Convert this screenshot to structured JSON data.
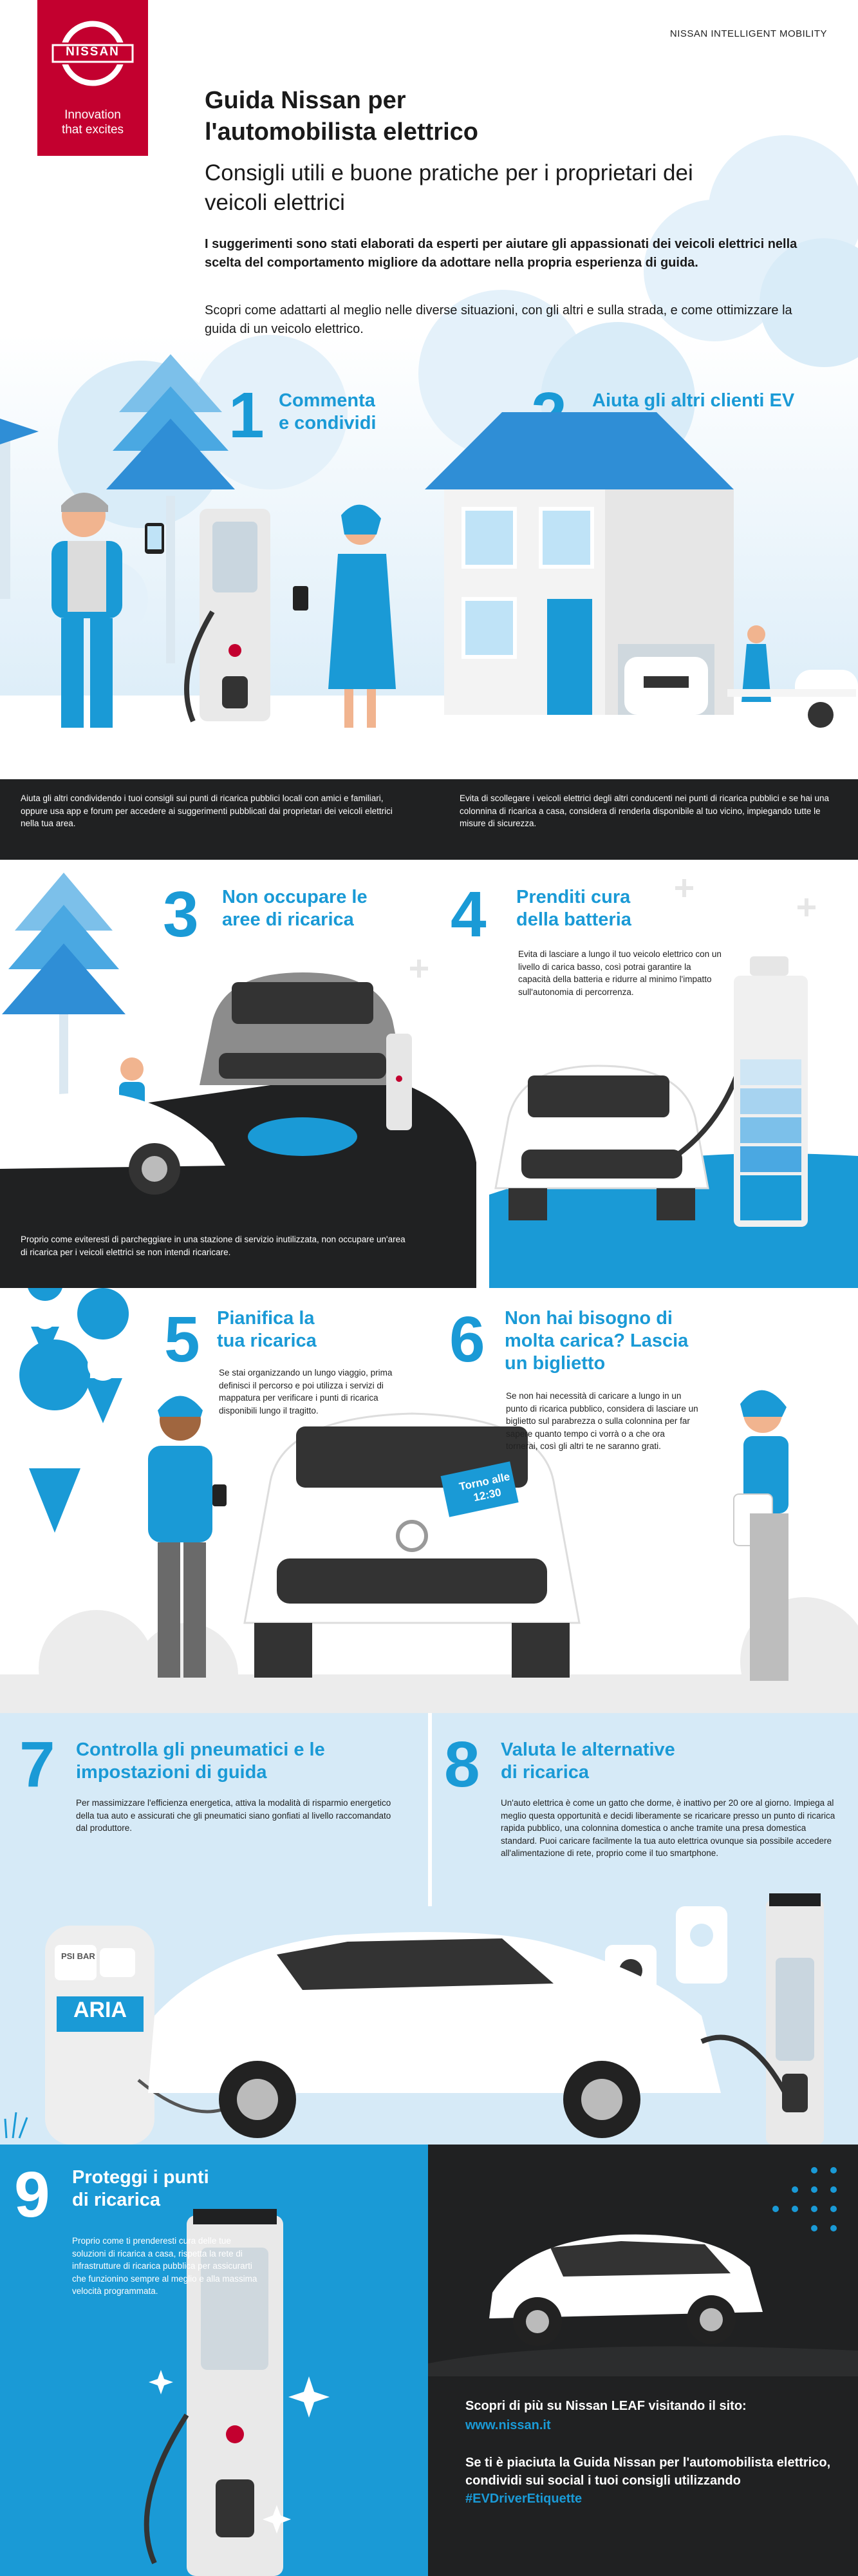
{
  "header": {
    "logo_text": "NISSAN",
    "tagline_line1": "Innovation",
    "tagline_line2": "that excites",
    "brand": "NISSAN INTELLIGENT MOBILITY",
    "title_line1": "Guida Nissan per",
    "title_line2": "l'automobilista elettrico",
    "subtitle": "Consigli utili e buone pratiche per i proprietari dei veicoli elettrici",
    "intro_bold": "I suggerimenti sono stati elaborati da esperti per aiutare gli appassionati dei veicoli elettrici nella scelta del comportamento migliore da adottare nella propria esperienza di guida.",
    "intro": "Scopri come adattarti al meglio nelle diverse situazioni, con gli altri e sulla strada, e come ottimizzare la guida di un veicolo elettrico."
  },
  "sections": {
    "s1": {
      "number": "1",
      "title_line1": "Commenta",
      "title_line2": "e condividi",
      "text": "Aiuta gli altri condividendo i tuoi consigli sui punti di ricarica pubblici locali con amici e familiari, oppure usa app e forum per accedere ai suggerimenti pubblicati dai proprietari dei veicoli elettrici nella tua area."
    },
    "s2": {
      "number": "2",
      "title": "Aiuta gli altri clienti EV",
      "text": "Evita di scollegare i veicoli elettrici degli altri conducenti nei punti di ricarica pubblici e se hai una colonnina di ricarica a casa, considera di renderla disponibile al tuo vicino, impiegando tutte le misure di sicurezza."
    },
    "s3": {
      "number": "3",
      "title_line1": "Non occupare le",
      "title_line2": "aree di ricarica",
      "text": "Proprio come eviteresti di parcheggiare in una stazione di servizio inutilizzata, non occupare un'area di ricarica per i veicoli elettrici se non intendi ricaricare."
    },
    "s4": {
      "number": "4",
      "title_line1": "Prenditi cura",
      "title_line2": "della batteria",
      "text": "Evita di lasciare a lungo il tuo veicolo elettrico con un livello di carica basso, così potrai garantire la capacità della batteria e ridurre al minimo l'impatto sull'autonomia di percorrenza."
    },
    "s5": {
      "number": "5",
      "title_line1": "Pianifica la",
      "title_line2": "tua ricarica",
      "text": "Se stai organizzando un lungo viaggio, prima definisci il percorso e poi utilizza i servizi di mappatura per verificare i punti di ricarica disponibili lungo il tragitto."
    },
    "s6": {
      "number": "6",
      "title_line1": "Non hai bisogno di",
      "title_line2": "molta carica? Lascia",
      "title_line3": "un biglietto",
      "text": "Se non hai necessità di caricare a lungo in un punto di ricarica pubblico, considera di lasciare un biglietto sul parabrezza o sulla colonnina per far sapere quanto tempo ci vorrà o a che ora tornerai, così gli altri te ne saranno grati.",
      "note_line1": "Torno alle",
      "note_line2": "12:30"
    },
    "s7": {
      "number": "7",
      "title_line1": "Controlla gli pneumatici e le",
      "title_line2": "impostazioni di guida",
      "text": "Per massimizzare l'efficienza energetica, attiva la modalità di risparmio energetico della tua auto e assicurati che gli pneumatici siano gonfiati al livello raccomandato dal produttore.",
      "pump_label": "PSI BAR",
      "pump_brand": "ARIA"
    },
    "s8": {
      "number": "8",
      "title_line1": "Valuta le alternative",
      "title_line2": "di ricarica",
      "text": "Un'auto elettrica è come un gatto che dorme, è inattivo per 20 ore al giorno. Impiega al meglio questa opportunità e decidi liberamente se ricaricare presso un punto di ricarica rapida pubblico, una colonnina domestica o anche tramite una presa domestica standard. Puoi caricare facilmente la tua auto elettrica ovunque sia possibile accedere all'alimentazione di rete, proprio come il tuo smartphone."
    },
    "s9": {
      "number": "9",
      "title_line1": "Proteggi i punti",
      "title_line2": "di ricarica",
      "text": "Proprio come ti prenderesti cura delle tue soluzioni di ricarica a casa, rispetta la rete di infrastrutture di ricarica pubblica per assicurarti che funzionino sempre al meglio e alla massima velocità programmata."
    }
  },
  "footer": {
    "line1": "Scopri di più su Nissan LEAF visitando il sito:",
    "link": "www.nissan.it",
    "line2": "Se ti è piaciuta la Guida Nissan per l'automobilista elettrico, condividi sui social i tuoi consigli utilizzando",
    "hashtag": "#EVDriverEtiquette"
  },
  "colors": {
    "brand_red": "#c3002f",
    "accent_blue": "#1a9ad6",
    "light_blue": "#cfe6f5",
    "dark": "#202122"
  }
}
